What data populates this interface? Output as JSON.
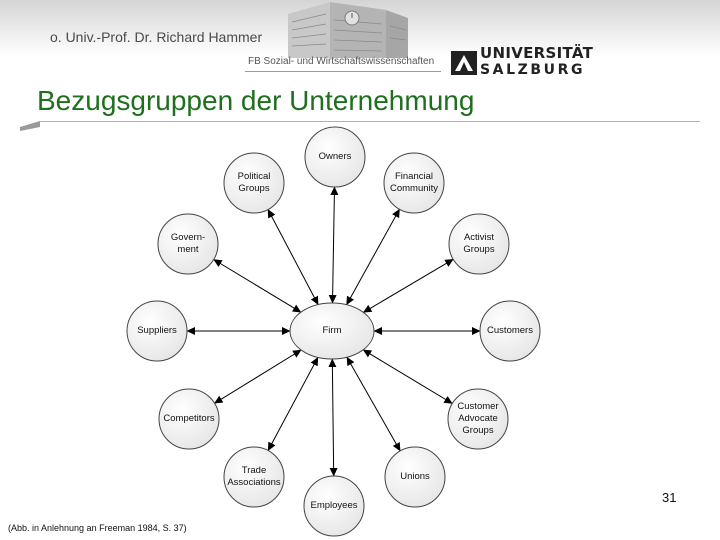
{
  "header": {
    "author": "o. Univ.-Prof. Dr. Richard Hammer",
    "department": "FB Sozial- und Wirtschaftswissenschaften",
    "logo_line1": "UNIVERSITÄT",
    "logo_line2": "SALZBURG"
  },
  "slide": {
    "title": "Bezugsgruppen der Unternehmung",
    "page_number": "31",
    "caption": "(Abb. in Anlehnung an Freeman 1984, S. 37)"
  },
  "diagram": {
    "center": "Firm",
    "stakeholders": [
      {
        "id": "owners",
        "label": "Owners"
      },
      {
        "id": "financial-community",
        "label": "Financial\nCommunity"
      },
      {
        "id": "activist-groups",
        "label": "Activist\nGroups"
      },
      {
        "id": "customers",
        "label": "Customers"
      },
      {
        "id": "customer-advocate-groups",
        "label": "Customer\nAdvocate\nGroups"
      },
      {
        "id": "unions",
        "label": "Unions"
      },
      {
        "id": "employees",
        "label": "Employees"
      },
      {
        "id": "trade-associations",
        "label": "Trade\nAssociations"
      },
      {
        "id": "competitors",
        "label": "Competitors"
      },
      {
        "id": "suppliers",
        "label": "Suppliers"
      },
      {
        "id": "government",
        "label": "Govern-\nment"
      },
      {
        "id": "political-groups",
        "label": "Political\nGroups"
      }
    ]
  }
}
